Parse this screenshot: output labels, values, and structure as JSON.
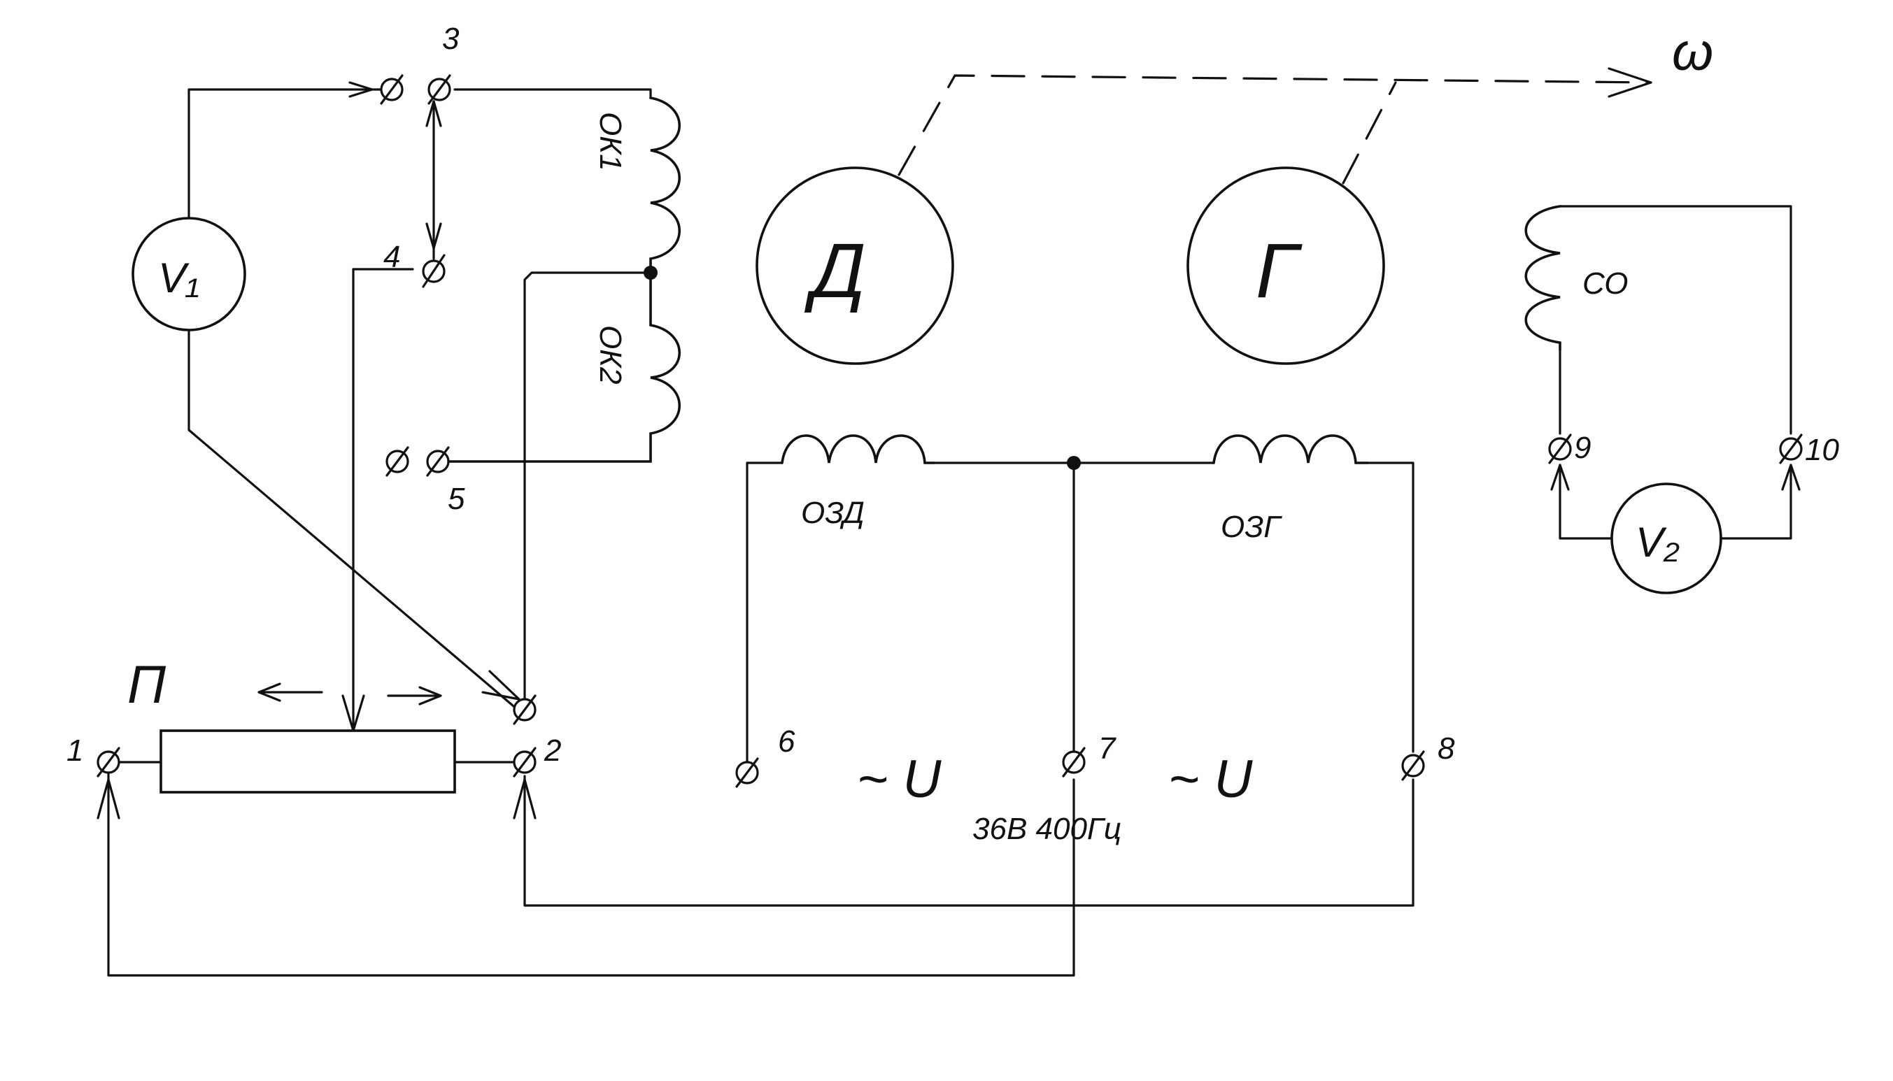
{
  "labels": {
    "voltmeter_1": "V₁",
    "voltmeter_2": "V₂",
    "motor": "Д",
    "generator": "Г",
    "potentiometer": "П",
    "omega": "ω",
    "coil_ok1": "ОК1",
    "coil_ok2": "ОК2",
    "coil_ozd": "ОЗД",
    "coil_ozg": "ОЗГ",
    "coil_so": "СО",
    "ac_left": "~ U",
    "ac_right": "~ U",
    "supply": "36В 400Гц"
  },
  "terminals": [
    "1",
    "2",
    "3",
    "4",
    "5",
    "6",
    "7",
    "8",
    "9",
    "10"
  ]
}
